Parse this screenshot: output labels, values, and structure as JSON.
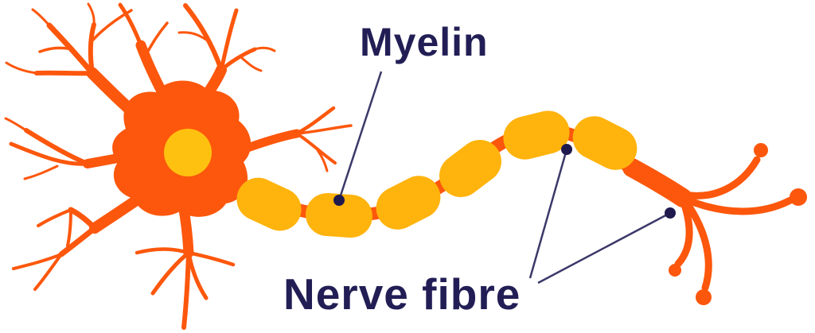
{
  "diagram": {
    "name": "neuron-diagram",
    "labels": {
      "myelin": {
        "text": "Myelin"
      },
      "nerve_fibre": {
        "text": "Nerve fibre"
      }
    }
  },
  "colors": {
    "neuron_orange": "#FC570C",
    "myelin_yellow": "#FFB30D",
    "nucleus_yellow": "#FFC110",
    "label_navy": "#221E55",
    "pointer_line_navy": "#3B3869",
    "pointer_dot_navy": "#1E1A4E",
    "background": "#FFFFFF"
  }
}
